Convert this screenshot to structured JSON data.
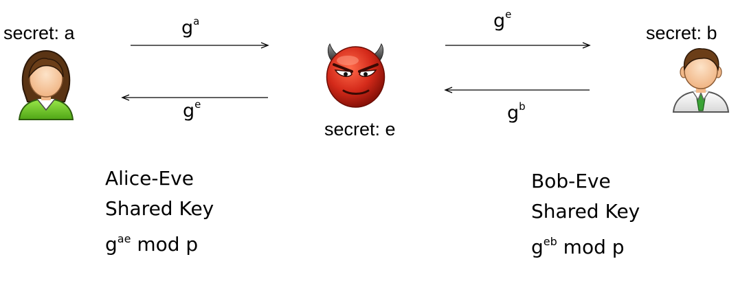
{
  "parties": {
    "alice": {
      "secret_label": "secret: a"
    },
    "eve": {
      "secret_label": "secret: e"
    },
    "bob": {
      "secret_label": "secret: b"
    }
  },
  "messages": {
    "alice_to_eve": {
      "base": "g",
      "exponent": "a"
    },
    "eve_to_alice": {
      "base": "g",
      "exponent": "e"
    },
    "eve_to_bob": {
      "base": "g",
      "exponent": "e"
    },
    "bob_to_eve": {
      "base": "g",
      "exponent": "b"
    }
  },
  "keys": {
    "alice_eve": {
      "line1": "Alice-Eve",
      "line2": "Shared Key",
      "base": "g",
      "exponent": "ae",
      "suffix": " mod p"
    },
    "bob_eve": {
      "line1": "Bob-Eve",
      "line2": "Shared Key",
      "base": "g",
      "exponent": "eb",
      "suffix": " mod p"
    }
  },
  "icons": {
    "alice": "woman-avatar-icon",
    "eve": "devil-face-icon",
    "bob": "man-avatar-icon"
  },
  "colors": {
    "alice_shirt": "#7ed321",
    "bob_tie": "#3aa335",
    "devil_red": "#d42a1a",
    "horn_dark": "#3a3a3a"
  }
}
